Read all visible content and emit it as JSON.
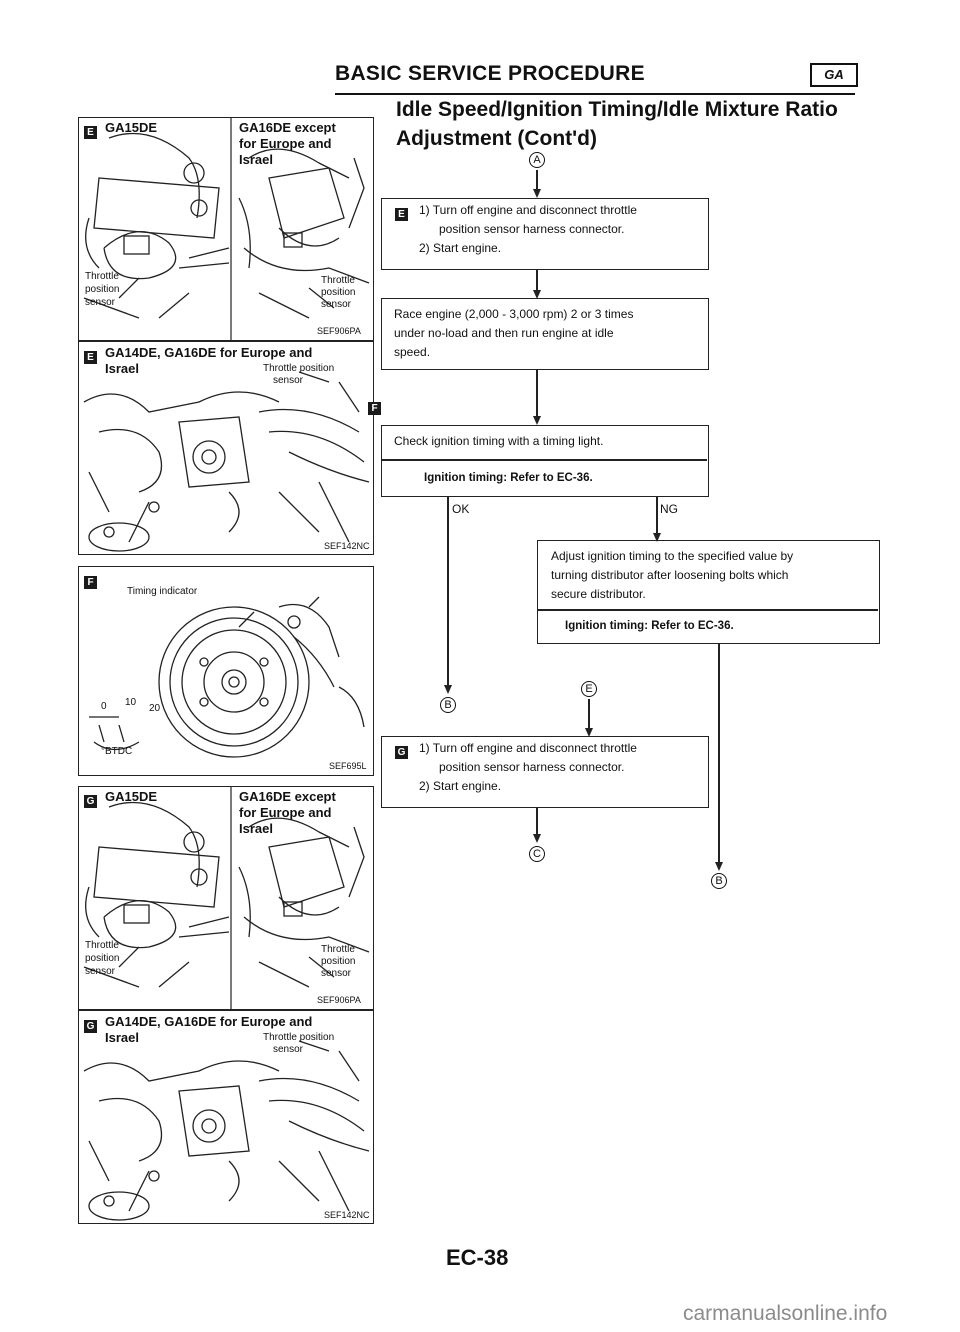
{
  "header": {
    "title": "BASIC SERVICE PROCEDURE",
    "tag": "GA",
    "subtitle_line1": "Idle Speed/Ignition Timing/Idle Mixture Ratio",
    "subtitle_line2": "Adjustment (Cont'd)"
  },
  "figures": {
    "e_top": {
      "marker": "E",
      "left_label": "GA15DE",
      "right_label_1": "GA16DE except",
      "right_label_2": "for Europe and",
      "right_label_3": "Israel",
      "left_callout_1": "Throttle",
      "left_callout_2": "position",
      "left_callout_3": "sensor",
      "right_callout_1": "Throttle",
      "right_callout_2": "position",
      "right_callout_3": "sensor",
      "code": "SEF906PA"
    },
    "e_bottom": {
      "marker": "E",
      "label_1": "GA14DE, GA16DE for Europe and",
      "label_2": "Israel",
      "callout_1": "Throttle position",
      "callout_2": "sensor",
      "code": "SEF142NC"
    },
    "f": {
      "marker": "F",
      "callout": "Timing indicator",
      "scale_0": "0",
      "scale_10": "10",
      "scale_20": "20",
      "scale_unit": "°BTDC",
      "code": "SEF695L"
    },
    "g_top": {
      "marker": "G",
      "left_label": "GA15DE",
      "right_label_1": "GA16DE except",
      "right_label_2": "for Europe and",
      "right_label_3": "Israel",
      "left_callout_1": "Throttle",
      "left_callout_2": "position",
      "left_callout_3": "sensor",
      "right_callout_1": "Throttle",
      "right_callout_2": "position",
      "right_callout_3": "sensor",
      "code": "SEF906PA"
    },
    "g_bottom": {
      "marker": "G",
      "label_1": "GA14DE, GA16DE for Europe and",
      "label_2": "Israel",
      "callout_1": "Throttle position",
      "callout_2": "sensor",
      "code": "SEF142NC"
    }
  },
  "flow": {
    "conn_a": "A",
    "step1_marker": "E",
    "step1_line1": "1) Turn off engine and disconnect throttle",
    "step1_line2": "position sensor harness connector.",
    "step1_line3": "2) Start engine.",
    "step2_line1": "Race engine (2,000 - 3,000 rpm) 2 or 3 times",
    "step2_line2": "under no-load and then run engine at idle",
    "step2_line3": "speed.",
    "step3_marker": "F",
    "step3_text": "Check ignition timing with a timing light.",
    "step3_spec": "Ignition timing: Refer to EC-36.",
    "ok": "OK",
    "ng": "NG",
    "step4_line1": "Adjust ignition timing to the specified value by",
    "step4_line2": "turning distributor after loosening bolts which",
    "step4_line3": "secure distributor.",
    "step4_spec": "Ignition timing: Refer to EC-36.",
    "conn_e": "E",
    "conn_b1": "B",
    "step5_marker": "G",
    "step5_line1": "1) Turn off engine and disconnect throttle",
    "step5_line2": "position sensor harness connector.",
    "step5_line3": "2) Start engine.",
    "conn_c": "C",
    "conn_b2": "B"
  },
  "footer": {
    "page_number": "EC-38",
    "watermark": "carmanualsonline.info"
  }
}
